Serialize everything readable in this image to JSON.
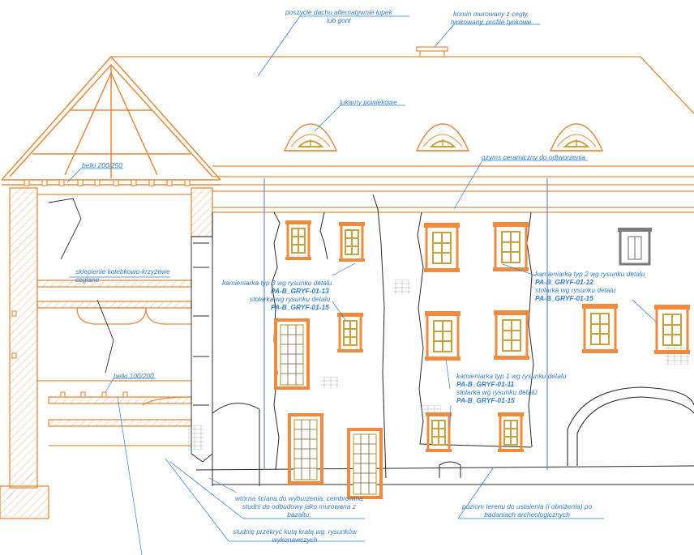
{
  "colors": {
    "outline": "#e8893a",
    "hatch": "#f2b27c",
    "window_frame": "#f08a3c",
    "window_glass": "#c9a23c",
    "stone_line": "#2a2a2a",
    "annotation": "#2f7fd0",
    "gray_window": "#7b7b7b"
  },
  "annotations": {
    "roof_cover": [
      "poszycie dachu alternatywnie łupek",
      "lub gont"
    ],
    "chimney": [
      "komin murowany z cegły,",
      "tynkowany, profile tynkowe"
    ],
    "dormers": "lukarny powiekowe",
    "beams_200": "belki 200/250",
    "cornice": "gzyms ceramiczny do odtworzenia",
    "vault": [
      "sklepienie kolebkowo-krzyżowe",
      "ceglane"
    ],
    "type3_title": "kamieniarka typ 3 wg rysunku detalu",
    "type3_code": "PA-B_GRYF-01-13",
    "type3_joinery": "stolarka wg rysunku detalu",
    "type3_joinery_code": "PA-B_GRYF-01-15",
    "type2_title": "kamieniarka typ 2 wg rysunku detalu",
    "type2_code": "PA-B_GRYF-01-12",
    "type2_joinery": "stolarka wg rysunku detalu",
    "type2_joinery_code": "PA-B_GRYF-01-15",
    "beams_100": "belki 100/200",
    "type1_title": "kamieniarka typ 1 wg rysunku detalu",
    "type1_code": "PA-B_GRYF-01-11",
    "type1_joinery": "stolarka wg rysunku detalu",
    "type1_joinery_code": "PA-B_GRYF-01-15",
    "wall_demolition": [
      "wtórna ściana do wyburzenia; cembrowina",
      "studni do odbudowy jako murowana z",
      "bazaltu;"
    ],
    "well_grate": [
      "studnię przekryć kutą kratą wg. rysunków",
      "wykonawczych"
    ],
    "terrain": [
      "poziom terenu do ustalenia (i obniżenia) po",
      "badaniach archeologicznych"
    ]
  }
}
